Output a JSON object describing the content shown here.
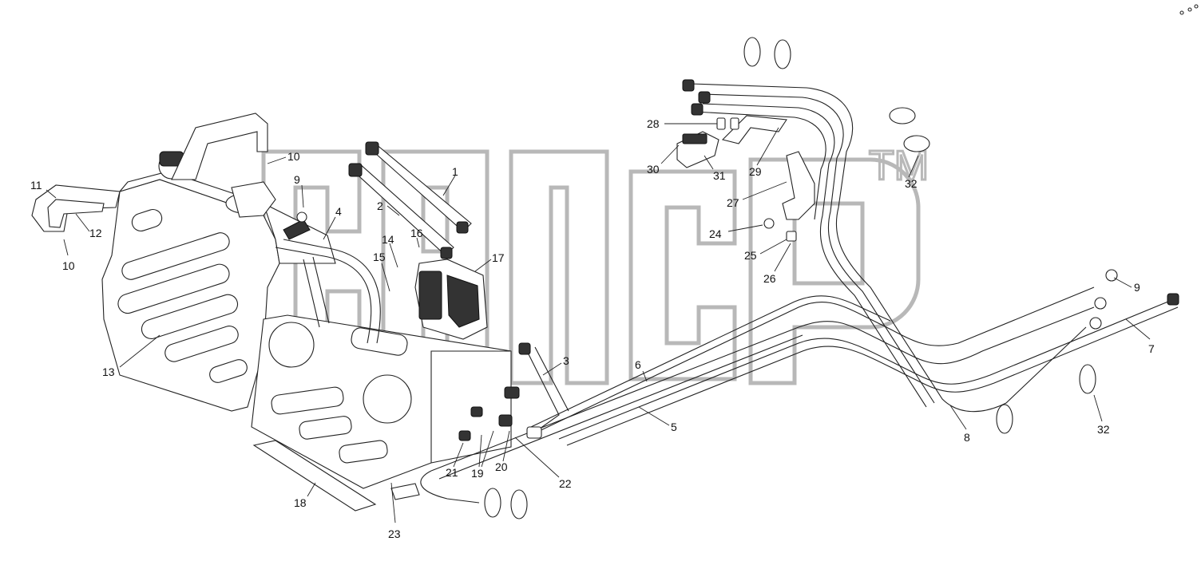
{
  "watermark": {
    "trademark": "TM"
  },
  "callouts": [
    {
      "id": "c1",
      "label": "1"
    },
    {
      "id": "c2",
      "label": "2"
    },
    {
      "id": "c3",
      "label": "3"
    },
    {
      "id": "c4",
      "label": "4"
    },
    {
      "id": "c5",
      "label": "5"
    },
    {
      "id": "c6",
      "label": "6"
    },
    {
      "id": "c7",
      "label": "7"
    },
    {
      "id": "c8",
      "label": "8"
    },
    {
      "id": "c9a",
      "label": "9"
    },
    {
      "id": "c9b",
      "label": "9"
    },
    {
      "id": "c10a",
      "label": "10"
    },
    {
      "id": "c10b",
      "label": "10"
    },
    {
      "id": "c11",
      "label": "11"
    },
    {
      "id": "c12",
      "label": "12"
    },
    {
      "id": "c13",
      "label": "13"
    },
    {
      "id": "c14",
      "label": "14"
    },
    {
      "id": "c15",
      "label": "15"
    },
    {
      "id": "c16",
      "label": "16"
    },
    {
      "id": "c17",
      "label": "17"
    },
    {
      "id": "c18",
      "label": "18"
    },
    {
      "id": "c19",
      "label": "19"
    },
    {
      "id": "c20",
      "label": "20"
    },
    {
      "id": "c21",
      "label": "21"
    },
    {
      "id": "c22",
      "label": "22"
    },
    {
      "id": "c23",
      "label": "23"
    },
    {
      "id": "c24",
      "label": "24"
    },
    {
      "id": "c25",
      "label": "25"
    },
    {
      "id": "c26",
      "label": "26"
    },
    {
      "id": "c27",
      "label": "27"
    },
    {
      "id": "c28",
      "label": "28"
    },
    {
      "id": "c29",
      "label": "29"
    },
    {
      "id": "c30",
      "label": "30"
    },
    {
      "id": "c31",
      "label": "31"
    },
    {
      "id": "c32a",
      "label": "32"
    },
    {
      "id": "c32b",
      "label": "32"
    }
  ]
}
